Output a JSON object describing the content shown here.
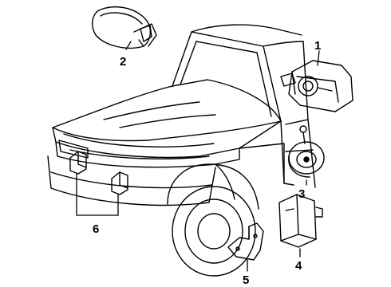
{
  "diagram": {
    "callouts": [
      "1",
      "2",
      "3",
      "4",
      "5",
      "6"
    ],
    "colors": {
      "ink": "#000000",
      "paper": "#ffffff"
    }
  }
}
